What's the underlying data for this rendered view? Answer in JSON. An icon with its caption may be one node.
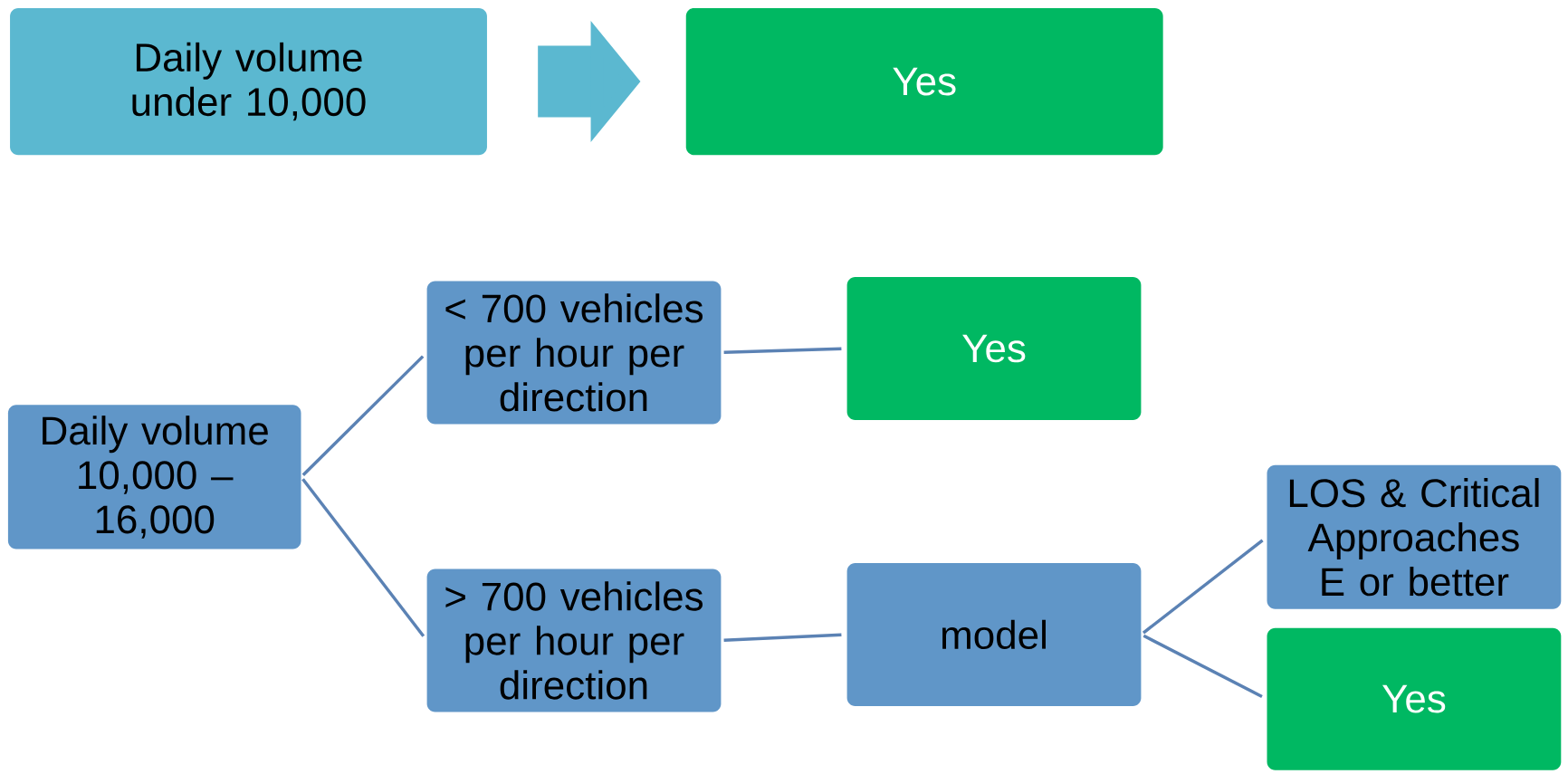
{
  "diagram": {
    "nodes": [
      {
        "text": [
          "Daily volume under 10,000"
        ]
      },
      {
        "text": [
          "Yes"
        ]
      },
      {
        "text": [
          "Daily volume 10,000 – 16,000"
        ]
      },
      {
        "text": [
          "< 700 vehicles per hour per direction"
        ]
      },
      {
        "text": [
          "Yes"
        ]
      },
      {
        "text": [
          "> 700 vehicles per hour per direction"
        ]
      },
      {
        "text": [
          "model"
        ]
      },
      {
        "text": [
          "LOS & Critical Approaches E or better"
        ]
      },
      {
        "text": [
          "Yes"
        ]
      }
    ],
    "edges": [
      {
        "from": 0,
        "to": 1,
        "arrow": "to",
        "style": "thick",
        "color": "#5bb8d0"
      },
      {
        "from": 2,
        "to": 3,
        "arrow": "none"
      },
      {
        "from": 2,
        "to": 5,
        "arrow": "none"
      },
      {
        "from": 3,
        "to": 4,
        "arrow": "none"
      },
      {
        "from": 5,
        "to": 6,
        "arrow": "none"
      },
      {
        "from": 6,
        "to": 7,
        "arrow": "none"
      },
      {
        "from": 6,
        "to": 8,
        "arrow": "none"
      }
    ]
  }
}
